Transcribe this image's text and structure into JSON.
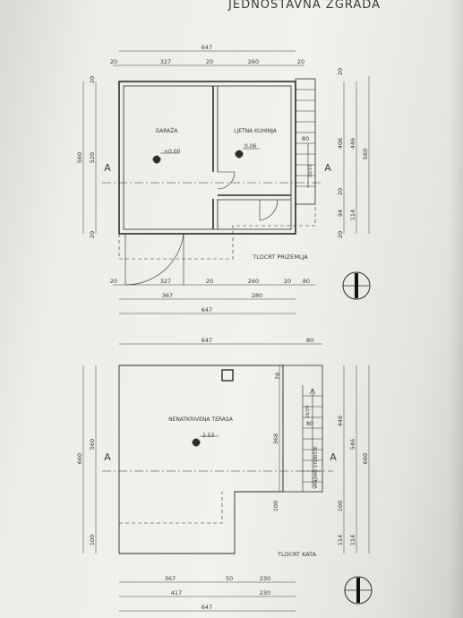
{
  "header": {
    "title": "JEDNOSTAVNA ZGRADA"
  },
  "ground_floor": {
    "title": "TLOCRT PRIZEMLJA",
    "rooms": [
      {
        "name": "GARAŽA",
        "level": "±0.00"
      },
      {
        "name": "LJETNA KUHINJA",
        "level": "0.06"
      }
    ],
    "stair_note": "10/15",
    "section_mark": "A",
    "dims_top_total": "647",
    "dims_top": [
      "20",
      "327",
      "20",
      "260",
      "20"
    ],
    "dims_bottom": [
      "20",
      "327",
      "20",
      "260",
      "20",
      "80"
    ],
    "dims_bottom_sub": [
      "367",
      "280"
    ],
    "dims_bottom_total": "647",
    "dims_left": [
      "20",
      "520",
      "20"
    ],
    "dims_left_total": "560",
    "dims_right_inner": [
      "80"
    ],
    "dims_right": [
      "406",
      "20",
      "94",
      "20"
    ],
    "dims_right_sub": [
      "114"
    ],
    "dims_right_mid": "446",
    "dims_right_total": "560"
  },
  "upper_floor": {
    "title": "TLOCRT KATA",
    "terrace_name": "NENATKRIVENA TERASA",
    "level": "2.53",
    "stair_note": "16/29",
    "stair_label": "VANJSKO STUBIŠTE",
    "section_mark": "A",
    "dims_top": [
      "647",
      "80"
    ],
    "dims_inner": [
      "78",
      "80",
      "368",
      "100"
    ],
    "dims_left": [
      "560",
      "100"
    ],
    "dims_left_total": "660",
    "dims_right_a": [
      "446",
      "100",
      "114"
    ],
    "dims_right_b": [
      "546",
      "114"
    ],
    "dims_right_total": "660",
    "dims_bottom_a": [
      "367",
      "50",
      "230"
    ],
    "dims_bottom_b": [
      "417",
      "230"
    ],
    "dims_bottom_total": "647"
  }
}
